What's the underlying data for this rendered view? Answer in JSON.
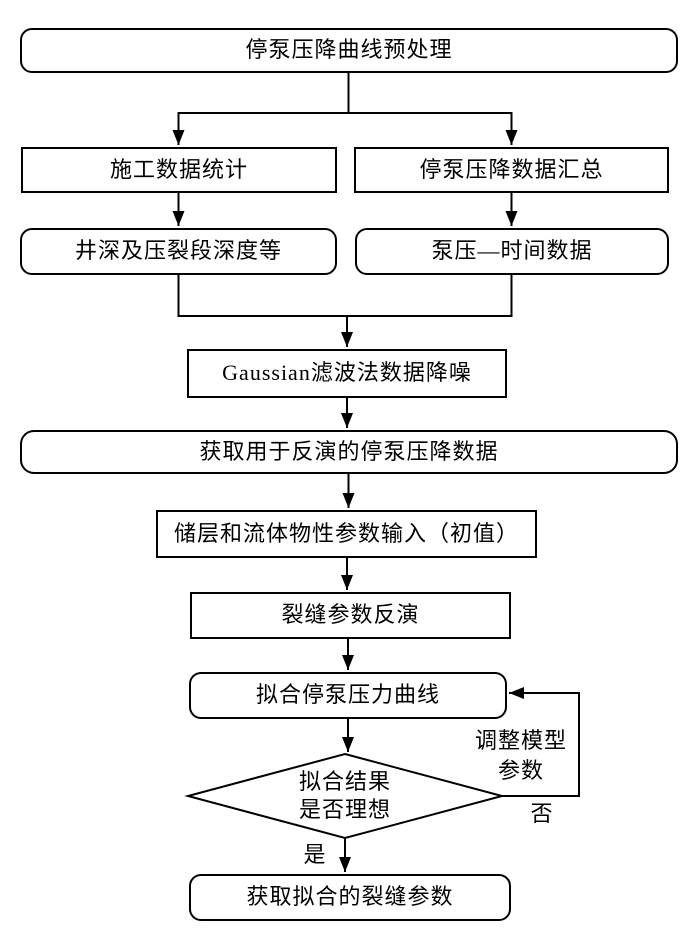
{
  "flowchart": {
    "nodes": {
      "preprocess": "停泵压降曲线预处理",
      "construction_stats": "施工数据统计",
      "pressure_summary": "停泵压降数据汇总",
      "well_depth": "井深及压裂段深度等",
      "pump_time": "泵压—时间数据",
      "gaussian_denoise": "Gaussian滤波法数据降噪",
      "inversion_data": "获取用于反演的停泵压降数据",
      "param_input": "储层和流体物性参数输入（初值）",
      "fracture_inversion": "裂缝参数反演",
      "fit_curve": "拟合停泵压力曲线",
      "decision": "拟合结果\n是否理想",
      "result": "获取拟合的裂缝参数"
    },
    "edge_labels": {
      "adjust_model": "调整模型\n参数",
      "no": "否",
      "yes": "是"
    },
    "colors": {
      "line": "#000000",
      "background": "#ffffff",
      "text": "#000000"
    }
  }
}
